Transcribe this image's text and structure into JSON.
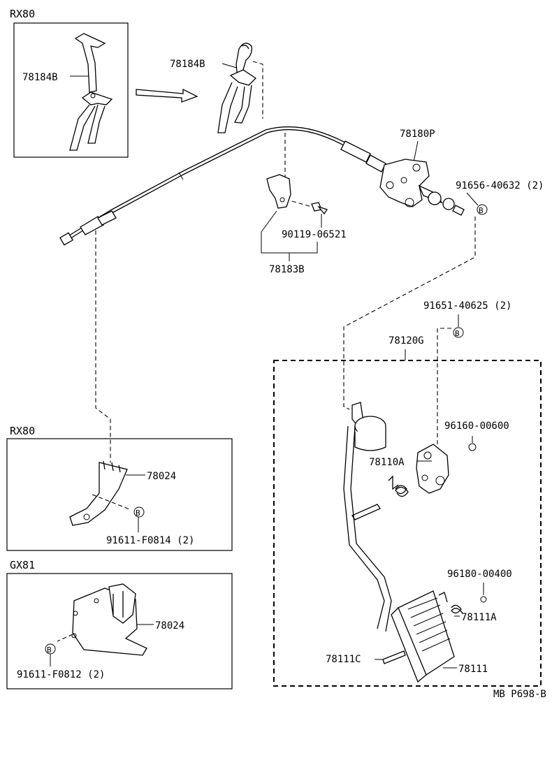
{
  "insets": {
    "top_left": {
      "title": "RX80",
      "part": "78184B"
    },
    "mid_left": {
      "title": "RX80",
      "part": "78024",
      "bolt": "91611-F0814 (2)"
    },
    "bottom_left": {
      "title": "GX81",
      "part": "78024",
      "bolt": "91611-F0812 (2)"
    }
  },
  "parts": {
    "bracket_top": "78184B",
    "cable_end": "78180P",
    "cable_nut": "91656-40632 (2)",
    "clamp_bolt": "90119-06521",
    "clamp": "78183B",
    "pedal_nut": "91651-40625 (2)",
    "pedal_assy": "78120G",
    "pedal_clip": "96160-00600",
    "pedal_spring": "78110A",
    "pad_clip": "96180-00400",
    "pad_spring": "78111A",
    "pad_pin": "78111C",
    "pad": "78111"
  },
  "ref_code": "MB P698-B",
  "circle_mark": "B"
}
